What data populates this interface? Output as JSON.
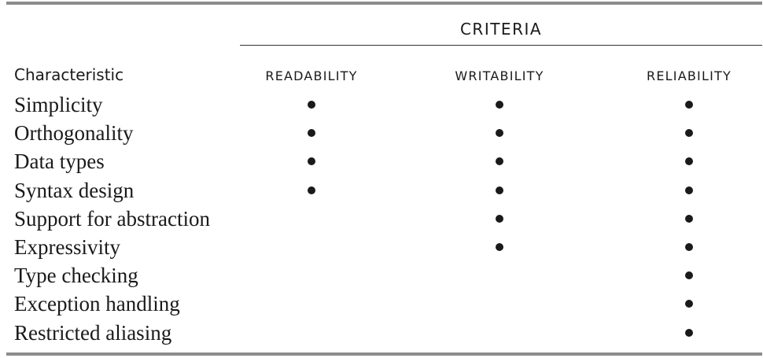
{
  "table": {
    "group_header": "CRITERIA",
    "characteristic_header": "Characteristic",
    "columns": [
      "READABILITY",
      "WRITABILITY",
      "RELIABILITY"
    ],
    "rows": [
      {
        "label": "Simplicity",
        "marks": [
          true,
          true,
          true
        ]
      },
      {
        "label": "Orthogonality",
        "marks": [
          true,
          true,
          true
        ]
      },
      {
        "label": "Data types",
        "marks": [
          true,
          true,
          true
        ]
      },
      {
        "label": "Syntax design",
        "marks": [
          true,
          true,
          true
        ]
      },
      {
        "label": "Support for abstraction",
        "marks": [
          false,
          true,
          true
        ]
      },
      {
        "label": "Expressivity",
        "marks": [
          false,
          true,
          true
        ]
      },
      {
        "label": "Type checking",
        "marks": [
          false,
          false,
          true
        ]
      },
      {
        "label": "Exception handling",
        "marks": [
          false,
          false,
          true
        ]
      },
      {
        "label": "Restricted aliasing",
        "marks": [
          false,
          false,
          true
        ]
      }
    ],
    "mark_symbol": "•"
  }
}
